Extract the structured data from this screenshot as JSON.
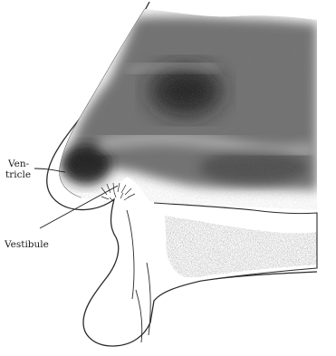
{
  "figure": {
    "labels": {
      "ventricle_line1": "Ven-",
      "ventricle_line2": "tricle",
      "vestibule": "Vestibule"
    },
    "colors": {
      "background": "#ffffff",
      "outline": "#2a2a2a",
      "shading_dark": "#1e1e1e",
      "shading_mid": "#5a5a5a",
      "shading_light": "#a8a8a8",
      "bone_stipple": "#333333"
    }
  }
}
